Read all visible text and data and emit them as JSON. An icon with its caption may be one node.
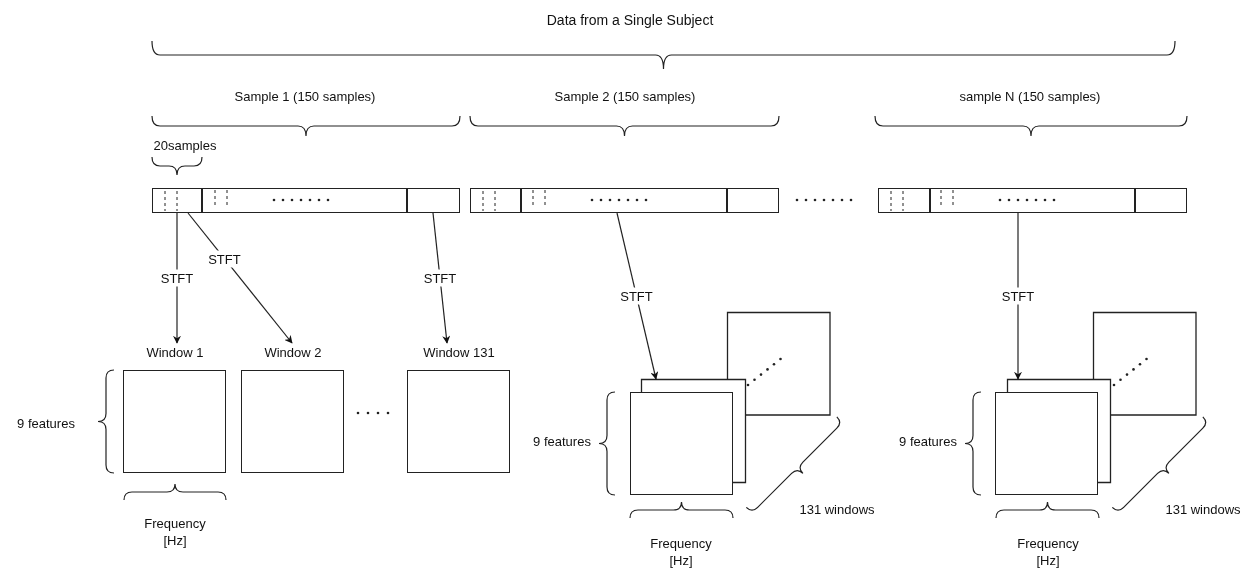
{
  "diagram": {
    "title": "Data from a Single Subject",
    "nodes": [
      {
        "text": [],
        "shape": "box"
      },
      {
        "text": [],
        "shape": "box"
      },
      {
        "text": [],
        "shape": "box"
      },
      {
        "text": [],
        "shape": "box"
      },
      {
        "text": [],
        "shape": "box"
      },
      {
        "text": [],
        "shape": "box"
      },
      {
        "text": [],
        "shape": "box"
      },
      {
        "text": [],
        "shape": "box"
      },
      {
        "text": [],
        "shape": "box"
      },
      {
        "text": [
          "Window 1"
        ]
      },
      {
        "text": [
          "Window 2"
        ]
      },
      {
        "text": [
          "Window 131"
        ]
      },
      {
        "text": [],
        "shape": "box"
      },
      {
        "text": [],
        "shape": "box"
      },
      {
        "text": [],
        "shape": "box"
      },
      {
        "text": [],
        "shape": "box"
      },
      {
        "text": [],
        "shape": "box"
      },
      {
        "text": [],
        "shape": "box"
      }
    ],
    "edges": [
      {
        "from": 0,
        "to": 9,
        "arrow": "to",
        "label": "STFT"
      },
      {
        "from": 0,
        "to": 10,
        "arrow": "to",
        "label": "STFT"
      },
      {
        "from": 2,
        "to": 11,
        "arrow": "to",
        "label": "STFT"
      },
      {
        "from": 4,
        "to": 13,
        "arrow": "to",
        "label": "STFT"
      },
      {
        "from": 7,
        "to": 16,
        "arrow": "to",
        "label": "STFT"
      }
    ],
    "labels": [
      "Sample 1 (150 samples)",
      "Sample 2 (150 samples)",
      "sample N (150 samples)",
      "20samples",
      "9 features",
      "Frequency [Hz]",
      "9 features",
      "131 windows",
      "Frequency [Hz]",
      "9 features",
      "131 windows",
      "Frequency [Hz]"
    ]
  }
}
